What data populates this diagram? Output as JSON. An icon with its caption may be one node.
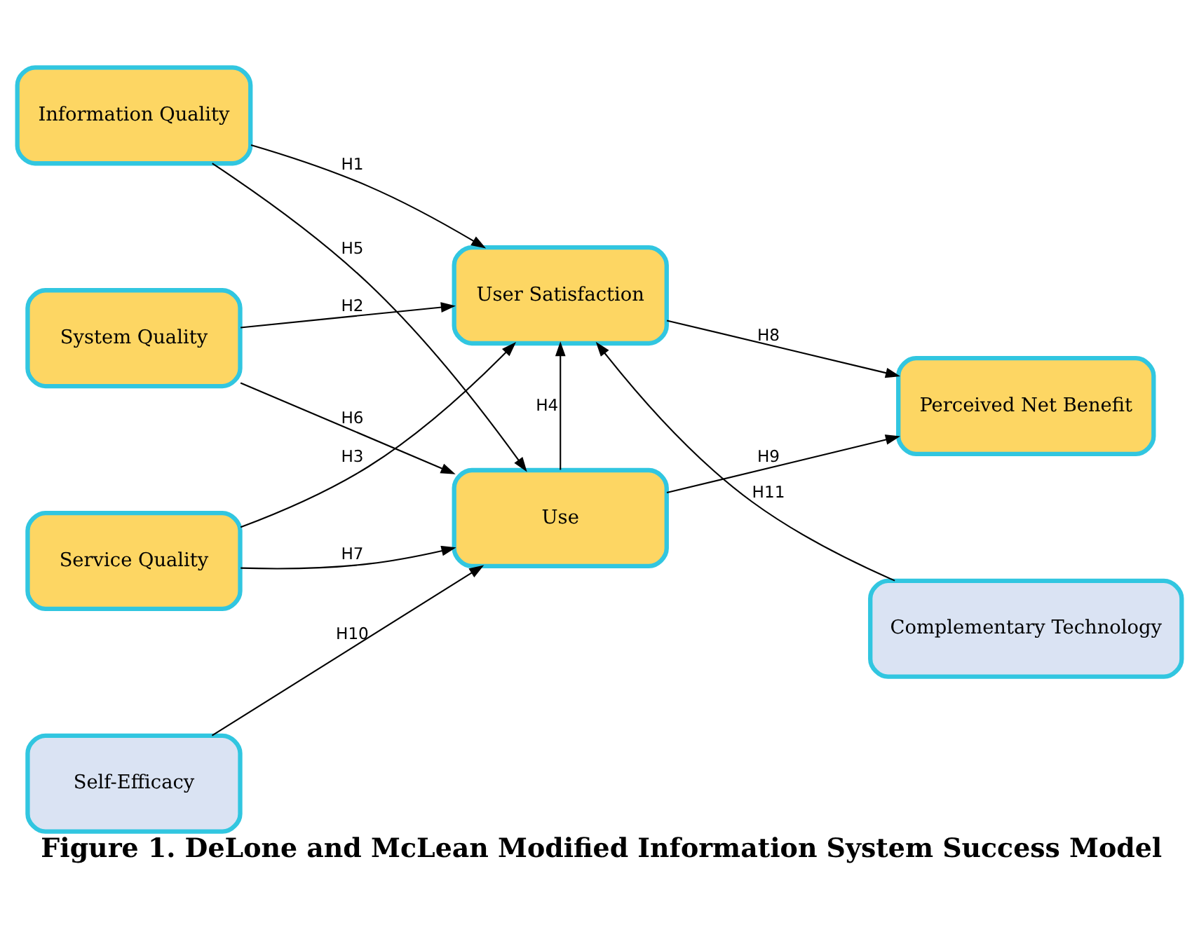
{
  "diagram": {
    "caption": "Figure 1. DeLone and McLean Modified Information System Success Model",
    "nodes": [
      {
        "text": [
          "Information Quality"
        ]
      },
      {
        "text": [
          "User Satisfaction"
        ]
      },
      {
        "text": [
          "System Quality"
        ]
      },
      {
        "text": [
          "Perceived Net Benefit"
        ]
      },
      {
        "text": [
          "Service Quality"
        ]
      },
      {
        "text": [
          "Use"
        ]
      },
      {
        "text": [
          "Self-Efficacy"
        ]
      },
      {
        "text": [
          "Complementary Technology"
        ]
      }
    ],
    "edges": [
      {
        "from": 0,
        "to": 1,
        "arrow": "to",
        "label": "H1"
      },
      {
        "from": 2,
        "to": 1,
        "arrow": "to",
        "label": "H2"
      },
      {
        "from": 4,
        "to": 1,
        "arrow": "to",
        "label": "H3"
      },
      {
        "from": 5,
        "to": 1,
        "arrow": "to",
        "label": "H4"
      },
      {
        "from": 0,
        "to": 5,
        "arrow": "to",
        "label": "H5"
      },
      {
        "from": 2,
        "to": 5,
        "arrow": "to",
        "label": "H6"
      },
      {
        "from": 4,
        "to": 5,
        "arrow": "to",
        "label": "H7"
      },
      {
        "from": 1,
        "to": 3,
        "arrow": "to",
        "label": "H8"
      },
      {
        "from": 5,
        "to": 3,
        "arrow": "to",
        "label": "H9"
      },
      {
        "from": 6,
        "to": 5,
        "arrow": "to",
        "label": "H10"
      },
      {
        "from": 7,
        "to": 1,
        "arrow": "to",
        "label": "H11"
      }
    ]
  }
}
